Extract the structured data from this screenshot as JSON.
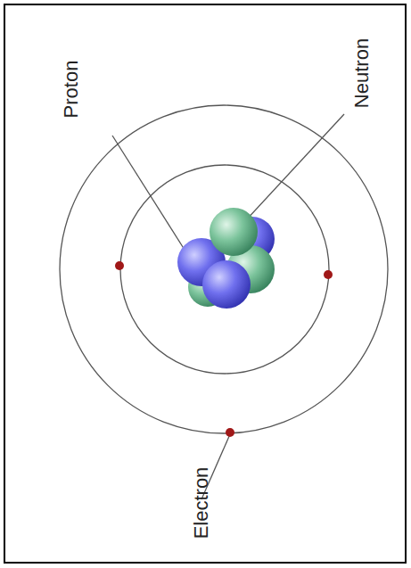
{
  "diagram": {
    "labels": [
      "Proton",
      "Neutron",
      "Electron"
    ]
  }
}
